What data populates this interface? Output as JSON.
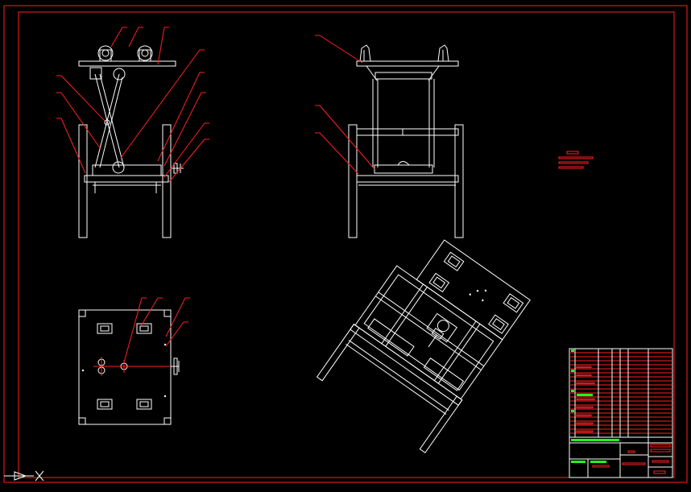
{
  "drawing": {
    "background": "#000000",
    "line_color": "#ffffff",
    "border_color": "#ff2020",
    "table_accent_color": "#20ff20",
    "views": [
      "front-view",
      "side-view",
      "top-view",
      "isometric-view"
    ],
    "notes_block": {
      "heading": "",
      "lines": [
        "",
        "",
        ""
      ]
    },
    "title_block": {
      "parts_rows": 23,
      "title": "",
      "drawing_number": ""
    },
    "ucs_icon": "ucs-axis-icon"
  }
}
